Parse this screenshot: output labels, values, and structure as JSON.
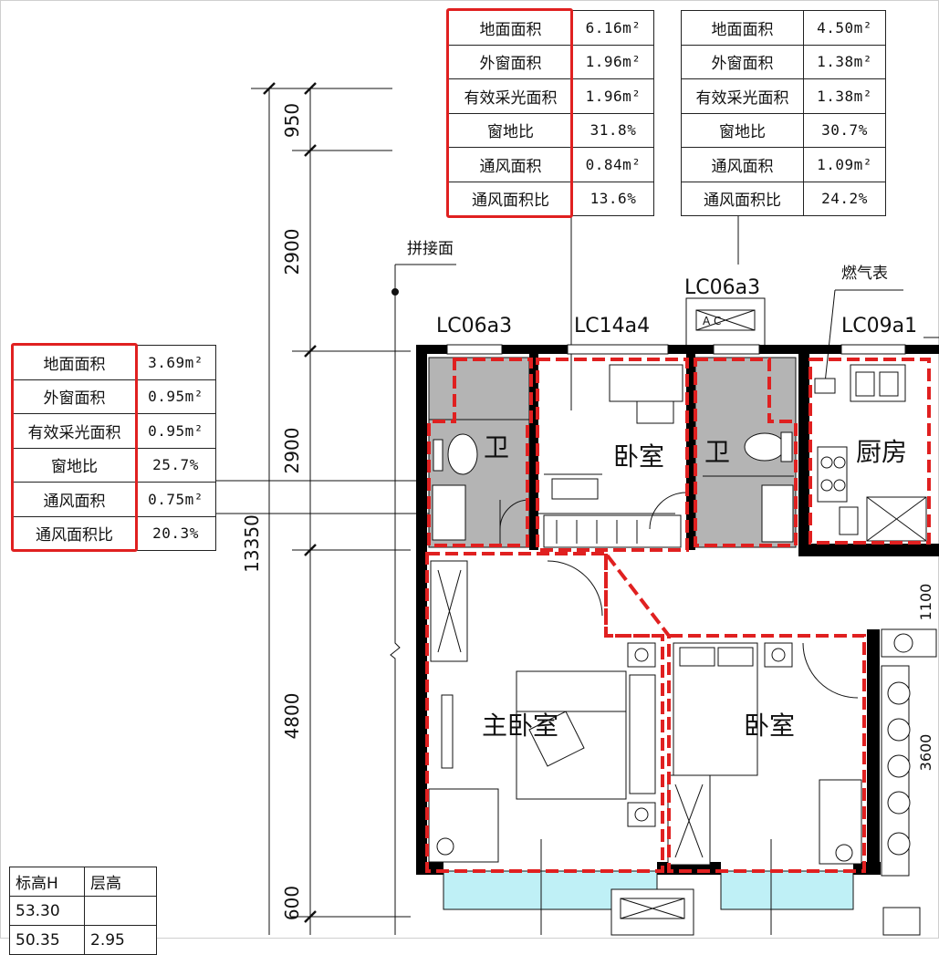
{
  "dimensions": {
    "seg1": "950",
    "seg2": "2900",
    "seg3": "2900",
    "seg4": "4800",
    "seg5": "600",
    "total": "13350",
    "right1": "1100",
    "right2": "3600"
  },
  "labels": {
    "splice_face": "拼接面",
    "gas_meter": "燃气表",
    "win_lc06a3_left": "LC06a3",
    "win_lc14a4": "LC14a4",
    "win_lc06a3_top": "LC06a3",
    "win_lc09a1": "LC09a1",
    "ac_box": "A C"
  },
  "rooms": {
    "bath_left": "卫",
    "bedroom_top": "卧室",
    "bath_right": "卫",
    "kitchen": "厨房",
    "master_bedroom": "主卧室",
    "bedroom_bottom": "卧室"
  },
  "table_mid": {
    "rows": [
      {
        "label": "地面面积",
        "value": "6.16m²"
      },
      {
        "label": "外窗面积",
        "value": "1.96m²"
      },
      {
        "label": "有效采光面积",
        "value": "1.96m²"
      },
      {
        "label": "窗地比",
        "value": "31.8%"
      },
      {
        "label": "通风面积",
        "value": "0.84m²"
      },
      {
        "label": "通风面积比",
        "value": "13.6%"
      }
    ]
  },
  "table_right": {
    "rows": [
      {
        "label": "地面面积",
        "value": "4.50m²"
      },
      {
        "label": "外窗面积",
        "value": "1.38m²"
      },
      {
        "label": "有效采光面积",
        "value": "1.38m²"
      },
      {
        "label": "窗地比",
        "value": "30.7%"
      },
      {
        "label": "通风面积",
        "value": "1.09m²"
      },
      {
        "label": "通风面积比",
        "value": "24.2%"
      }
    ]
  },
  "table_left": {
    "rows": [
      {
        "label": "地面面积",
        "value": "3.69m²"
      },
      {
        "label": "外窗面积",
        "value": "0.95m²"
      },
      {
        "label": "有效采光面积",
        "value": "0.95m²"
      },
      {
        "label": "窗地比",
        "value": "25.7%"
      },
      {
        "label": "通风面积",
        "value": "0.75m²"
      },
      {
        "label": "通风面积比",
        "value": "20.3%"
      }
    ]
  },
  "level_table": {
    "header_elev": "标高H",
    "header_floor": "层高",
    "row1_elev": "53.30",
    "row1_floor": "",
    "row2_elev": "50.35",
    "row2_floor": "2.95"
  },
  "colors": {
    "highlight": "#e02020",
    "wet_area": "#b4b4b4",
    "wall": "#000000",
    "window_glass": "#bff0f6"
  }
}
